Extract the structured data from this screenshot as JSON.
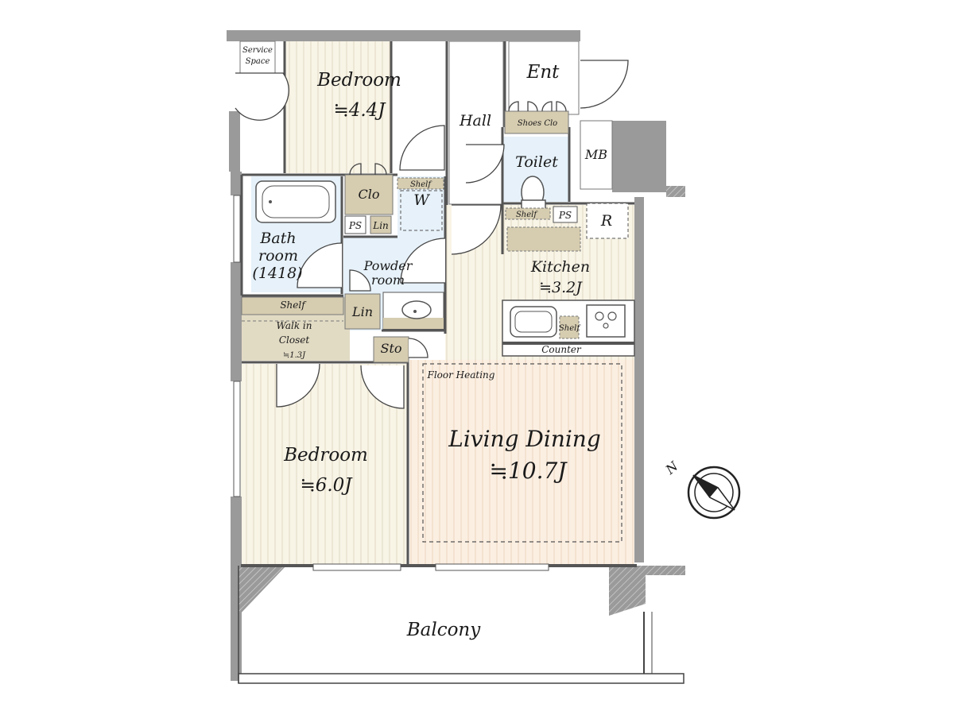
{
  "rooms": {
    "bedroom_north": {
      "name": "Bedroom",
      "area": "≒4.4J"
    },
    "bedroom_south": {
      "name": "Bedroom",
      "area": "≒6.0J"
    },
    "living_dining": {
      "name": "Living Dining",
      "area": "≒10.7J"
    },
    "kitchen": {
      "name": "Kitchen",
      "area": "≒3.2J"
    },
    "hall": {
      "name": "Hall"
    },
    "entrance": {
      "name": "Ent"
    },
    "toilet": {
      "name": "Toilet"
    },
    "bathroom": {
      "line1": "Bath",
      "line2": "room",
      "line3": "(1418)"
    },
    "powder_room": {
      "line1": "Powder",
      "line2": "room"
    },
    "walk_in_closet": {
      "line1": "Walk in",
      "line2": "Closet",
      "area": "≒1.3J"
    },
    "balcony": {
      "name": "Balcony"
    },
    "service_space": {
      "line1": "Service",
      "line2": "Space"
    }
  },
  "fixtures": {
    "closet": "Clo",
    "shoes_closet": "Shoes Clo",
    "meter_box": "MB",
    "pipe_space_bath": "PS",
    "pipe_space_toilet": "PS",
    "linen_upper": "Lin",
    "linen_lower": "Lin",
    "storage": "Sto",
    "shelf_laundry": "Shelf",
    "washer": "W",
    "shelf_toilet": "Shelf",
    "shelf_walk_in": "Shelf",
    "shelf_kitchen": "Shelf",
    "refrigerator": "R",
    "counter": "Counter",
    "floor_heating": "Floor Heating"
  },
  "compass": {
    "north_label": "N"
  }
}
